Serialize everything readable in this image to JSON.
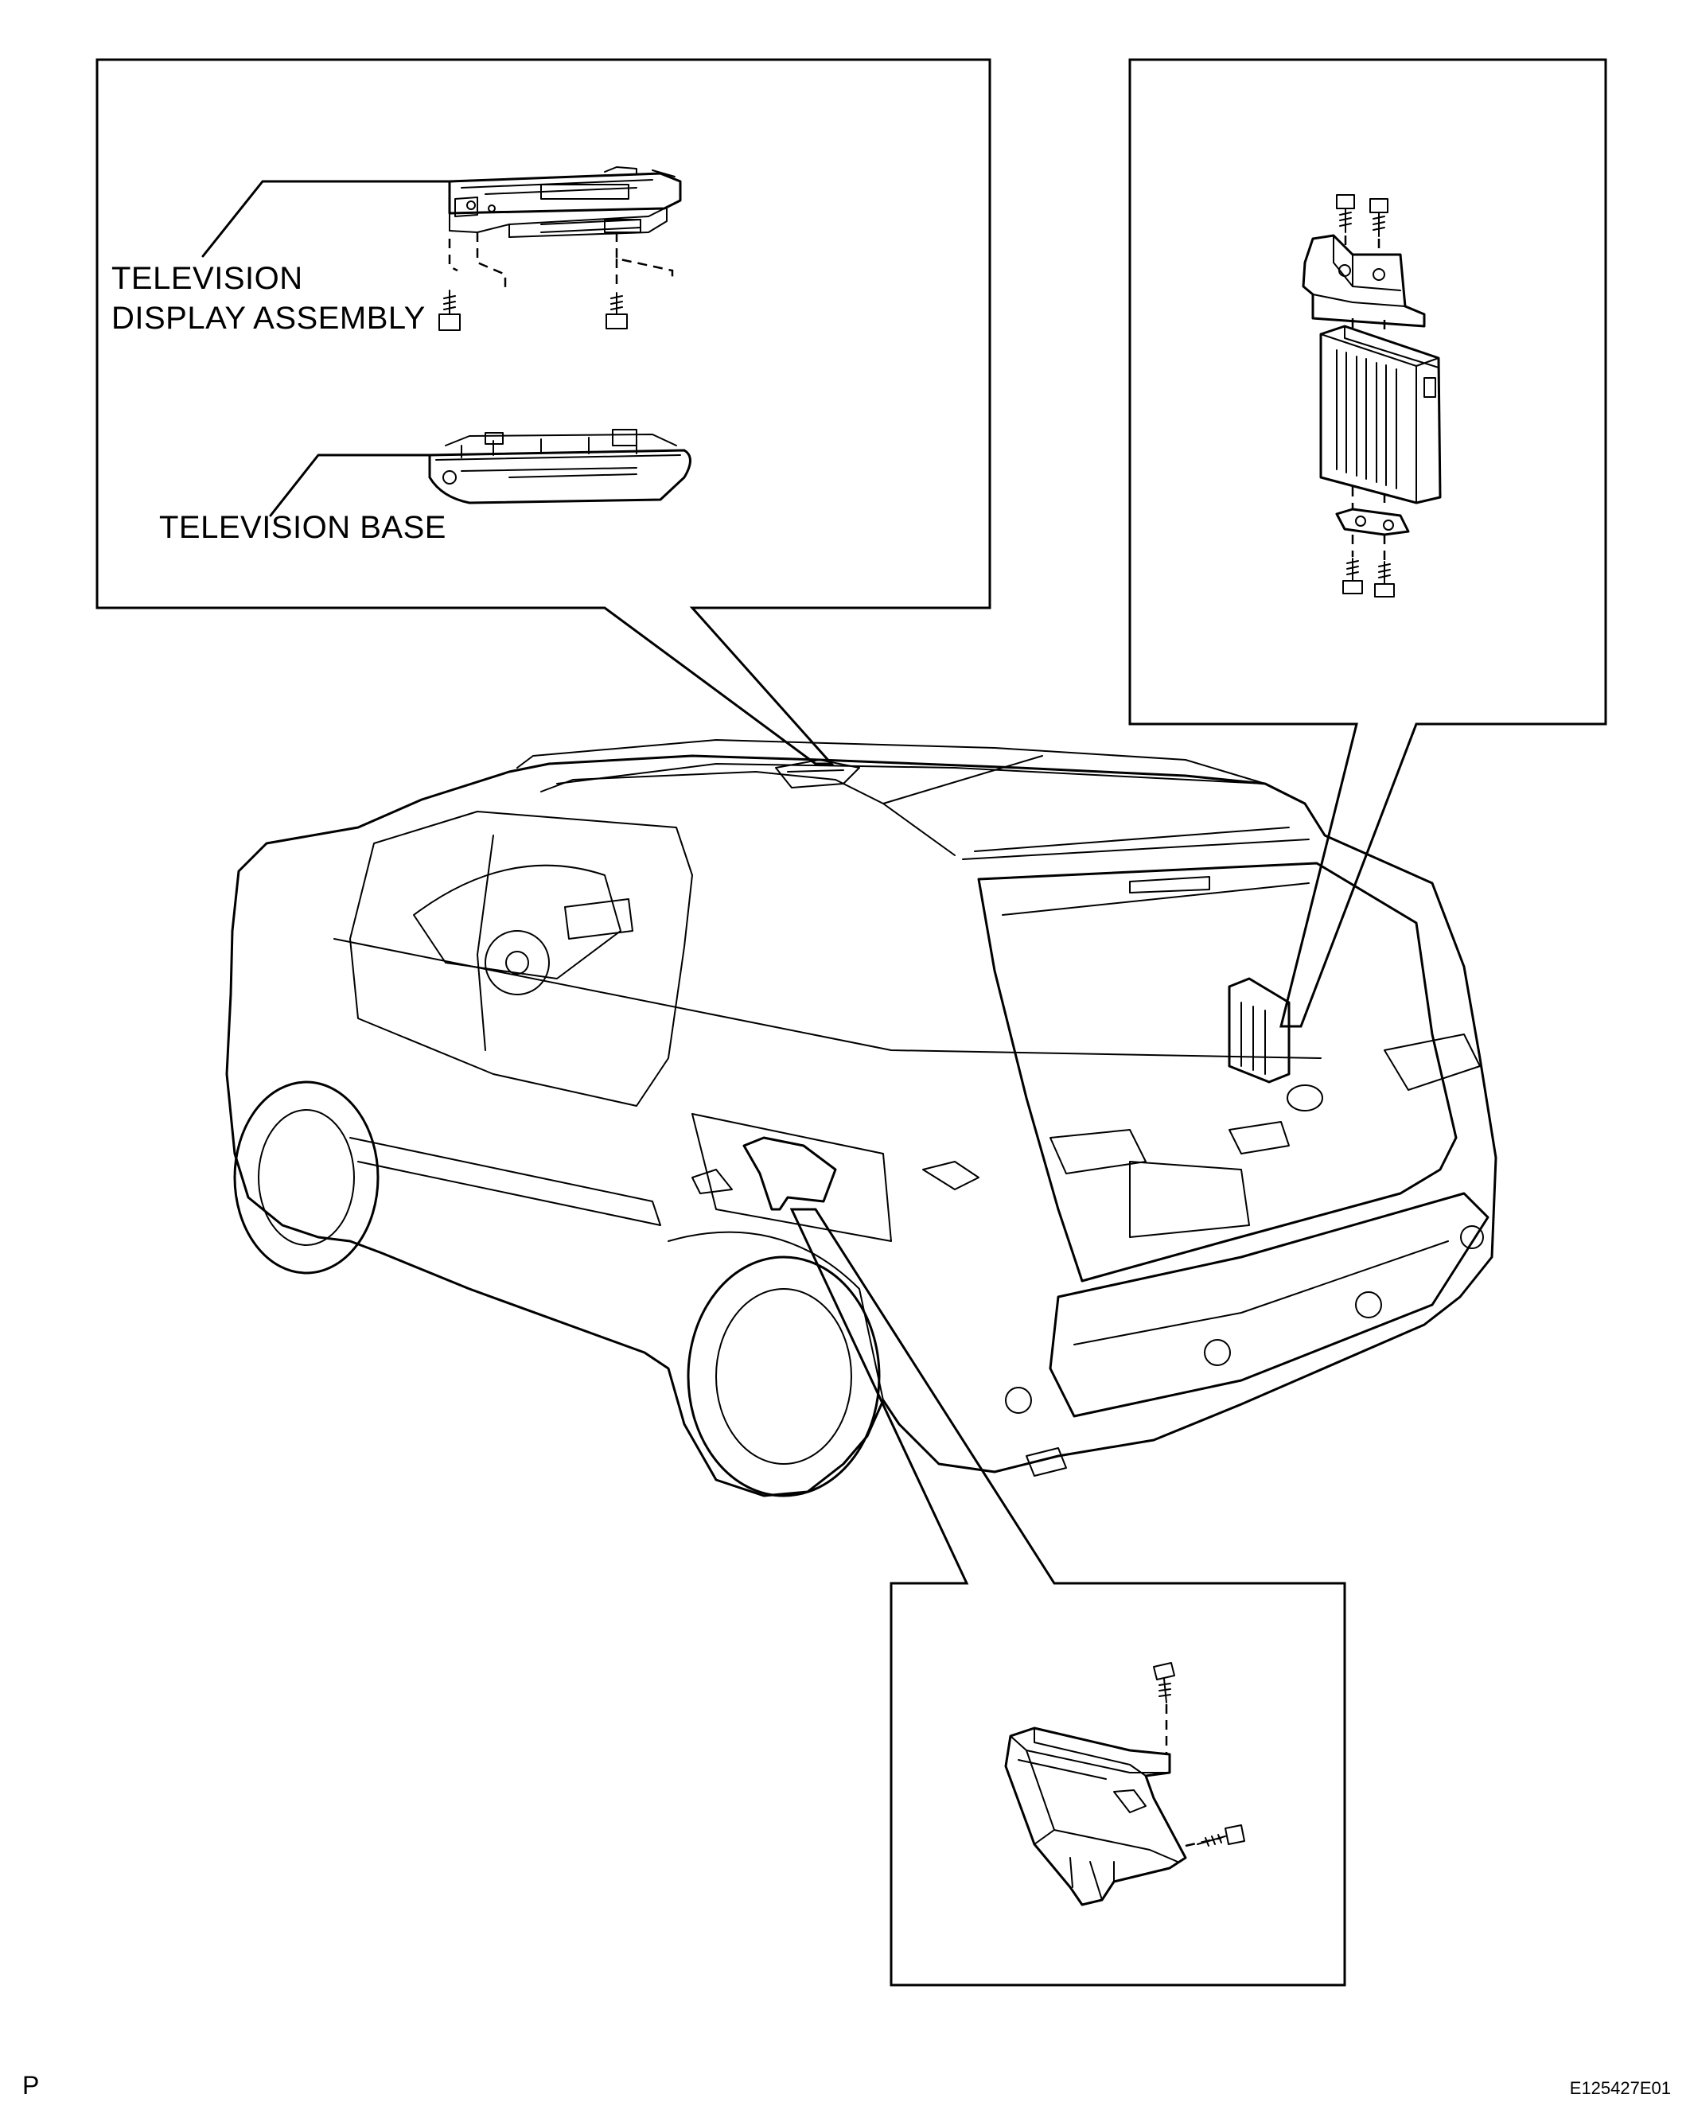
{
  "labels": {
    "tv_display_line1": "TELEVISION",
    "tv_display_line2": "DISPLAY ASSEMBLY",
    "tv_base": "TELEVISION BASE"
  },
  "footer": {
    "left_mark": "P",
    "figure_code": "E125427E01"
  },
  "colors": {
    "line": "#000000",
    "background": "#ffffff"
  }
}
